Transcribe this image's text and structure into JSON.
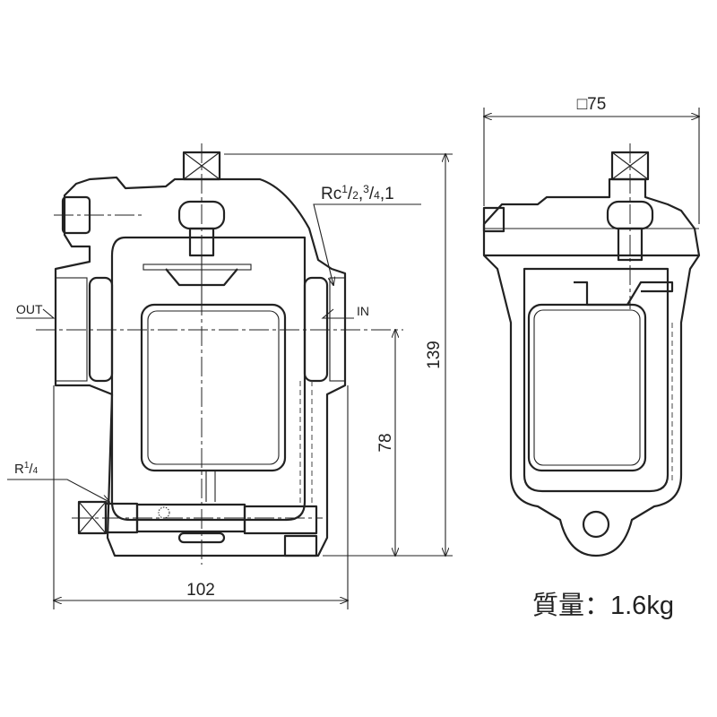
{
  "front_view": {
    "port_label": {
      "prefix": "Rc",
      "n1": "1",
      "d1": "2",
      "n2": "3",
      "d2": "4",
      "tail": "1"
    },
    "out_label": "OUT",
    "in_label": "IN",
    "drain_label": {
      "prefix": "R",
      "num": "1",
      "den": "4"
    },
    "dim_height": "139",
    "dim_inlet_height": "78",
    "dim_width": "102"
  },
  "side_view": {
    "dim_square": "□75"
  },
  "mass_label": "質量：1.6kg"
}
